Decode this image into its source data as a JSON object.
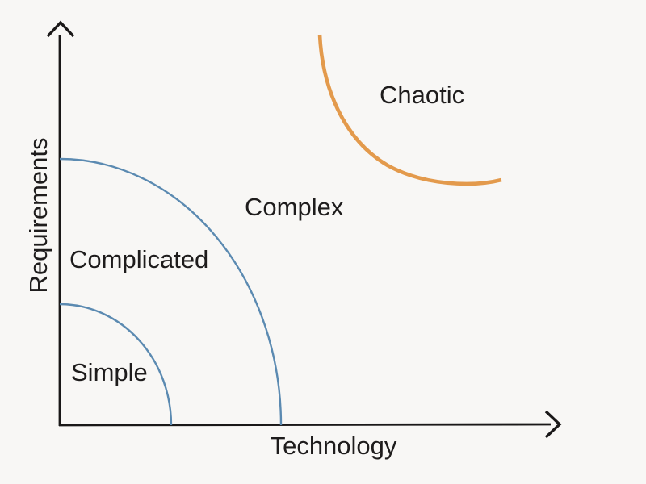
{
  "diagram": {
    "type": "stacey-matrix",
    "axes": {
      "x": {
        "label": "Technology"
      },
      "y": {
        "label": "Requirements"
      }
    },
    "zones": [
      {
        "id": "simple",
        "label": "Simple"
      },
      {
        "id": "complicated",
        "label": "Complicated"
      },
      {
        "id": "complex",
        "label": "Complex"
      },
      {
        "id": "chaotic",
        "label": "Chaotic"
      }
    ],
    "colors": {
      "background": "#f8f7f5",
      "axis": "#1a1818",
      "text": "#1e1c1c",
      "zone_boundary_blue": "#5b8ab1",
      "chaotic_boundary_orange": "#e39a4c"
    }
  }
}
